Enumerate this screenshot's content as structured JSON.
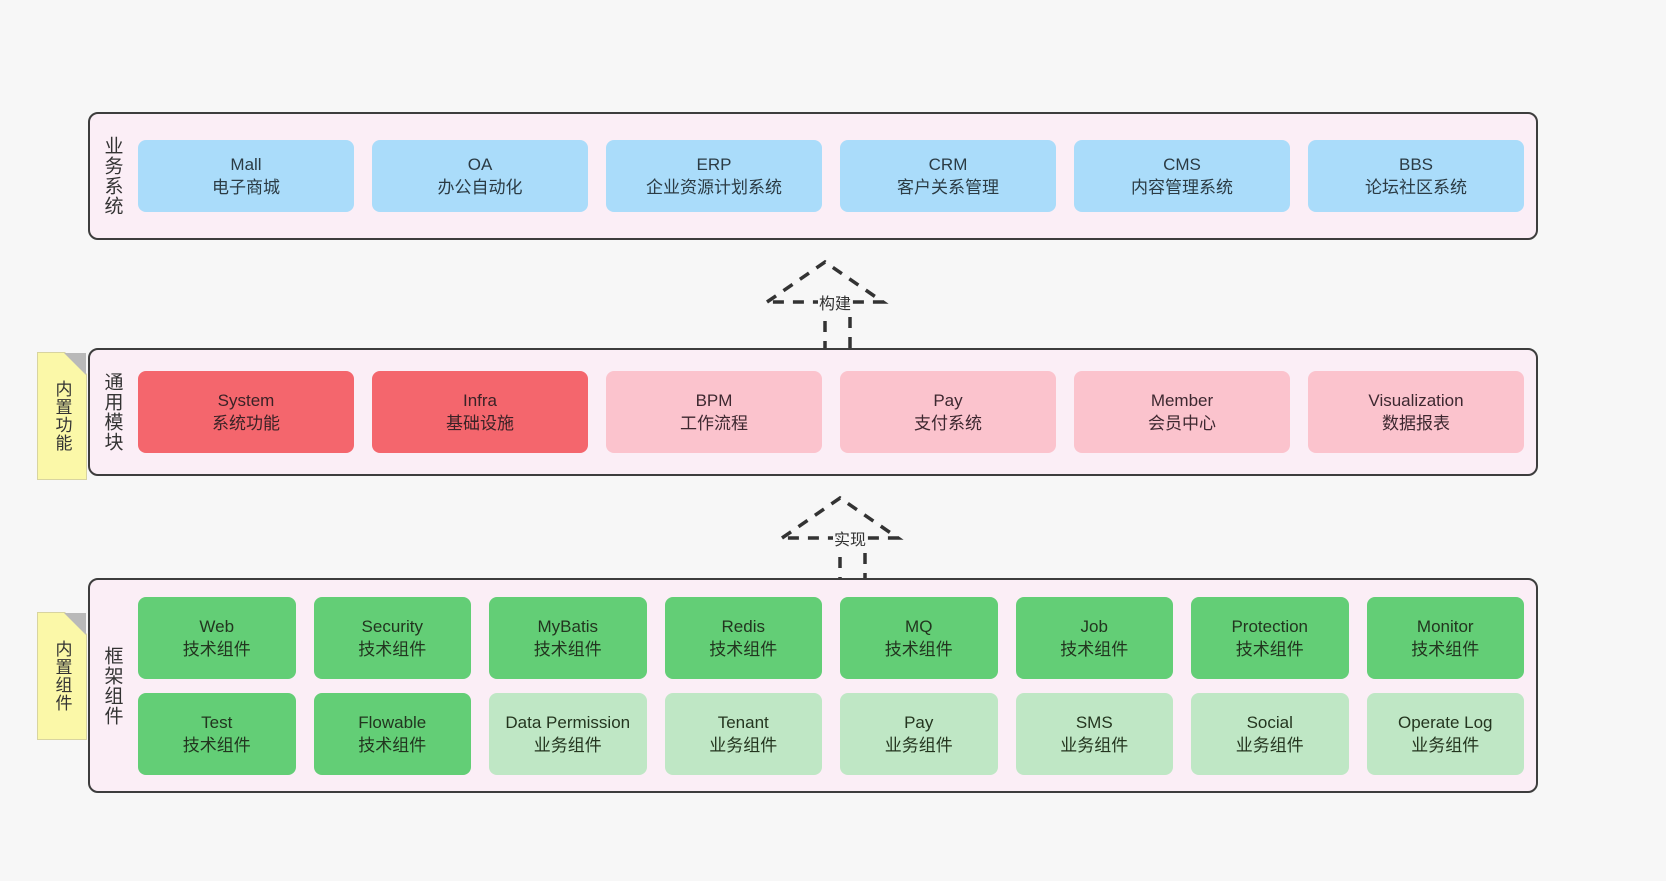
{
  "diagram": {
    "background_color": "#f7f7f7",
    "layer_fill": "#fbeef6",
    "layer_border": "#3d3d3d",
    "note_color": "#fbf8a8"
  },
  "layers": [
    {
      "id": "business",
      "title": "业务系统",
      "cards": [
        {
          "en": "Mall",
          "cn": "电子商城",
          "style": "blue"
        },
        {
          "en": "OA",
          "cn": "办公自动化",
          "style": "blue"
        },
        {
          "en": "ERP",
          "cn": "企业资源计划系统",
          "style": "blue"
        },
        {
          "en": "CRM",
          "cn": "客户关系管理",
          "style": "blue"
        },
        {
          "en": "CMS",
          "cn": "内容管理系统",
          "style": "blue"
        },
        {
          "en": "BBS",
          "cn": "论坛社区系统",
          "style": "blue"
        }
      ]
    },
    {
      "id": "common",
      "title": "通用模块",
      "cards": [
        {
          "en": "System",
          "cn": "系统功能",
          "style": "red"
        },
        {
          "en": "Infra",
          "cn": "基础设施",
          "style": "red"
        },
        {
          "en": "BPM",
          "cn": "工作流程",
          "style": "pink"
        },
        {
          "en": "Pay",
          "cn": "支付系统",
          "style": "pink"
        },
        {
          "en": "Member",
          "cn": "会员中心",
          "style": "pink"
        },
        {
          "en": "Visualization",
          "cn": "数据报表",
          "style": "pink"
        }
      ]
    },
    {
      "id": "framework",
      "title": "框架组件",
      "row1": [
        {
          "en": "Web",
          "cn": "技术组件",
          "style": "green"
        },
        {
          "en": "Security",
          "cn": "技术组件",
          "style": "green"
        },
        {
          "en": "MyBatis",
          "cn": "技术组件",
          "style": "green"
        },
        {
          "en": "Redis",
          "cn": "技术组件",
          "style": "green"
        },
        {
          "en": "MQ",
          "cn": "技术组件",
          "style": "green"
        },
        {
          "en": "Job",
          "cn": "技术组件",
          "style": "green"
        },
        {
          "en": "Protection",
          "cn": "技术组件",
          "style": "green"
        },
        {
          "en": "Monitor",
          "cn": "技术组件",
          "style": "green"
        }
      ],
      "row2": [
        {
          "en": "Test",
          "cn": "技术组件",
          "style": "green"
        },
        {
          "en": "Flowable",
          "cn": "技术组件",
          "style": "green"
        },
        {
          "en": "Data Permission",
          "cn": "业务组件",
          "style": "lightgreen"
        },
        {
          "en": "Tenant",
          "cn": "业务组件",
          "style": "lightgreen"
        },
        {
          "en": "Pay",
          "cn": "业务组件",
          "style": "lightgreen"
        },
        {
          "en": "SMS",
          "cn": "业务组件",
          "style": "lightgreen"
        },
        {
          "en": "Social",
          "cn": "业务组件",
          "style": "lightgreen"
        },
        {
          "en": "Operate Log",
          "cn": "业务组件",
          "style": "lightgreen"
        }
      ]
    }
  ],
  "notes": [
    {
      "id": "functions",
      "text": "内置功能"
    },
    {
      "id": "components",
      "text": "内置组件"
    }
  ],
  "arrows": [
    {
      "id": "build",
      "label": "构建"
    },
    {
      "id": "impl",
      "label": "实现"
    }
  ]
}
